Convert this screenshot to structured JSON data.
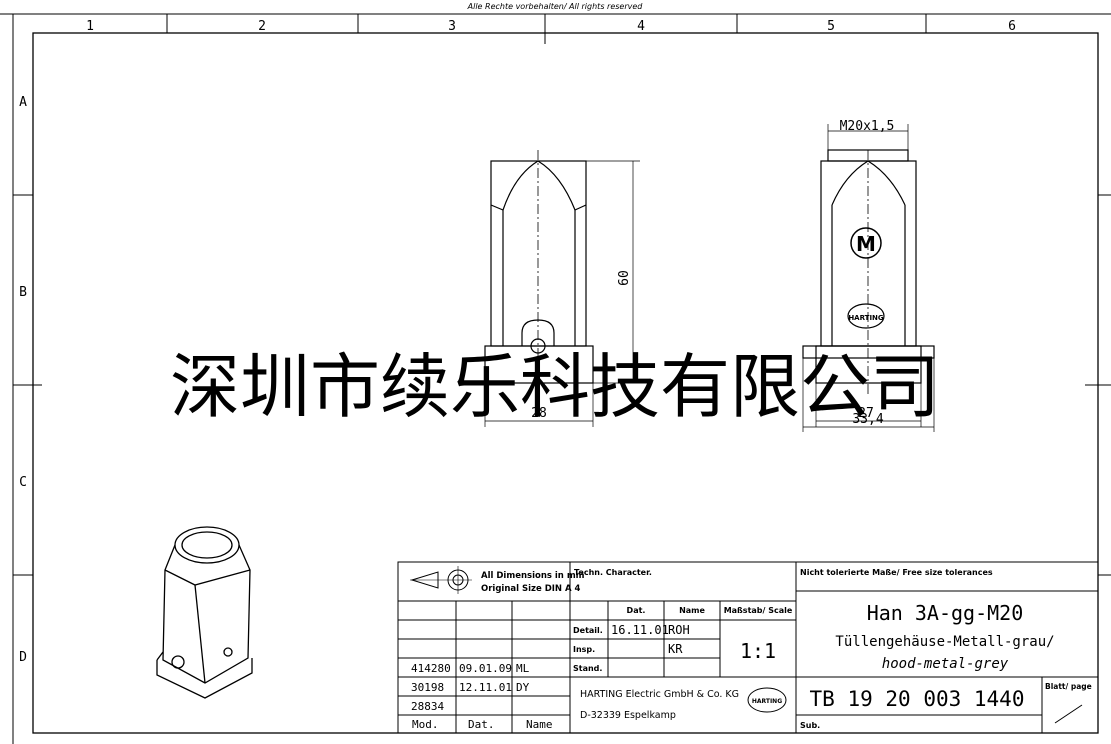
{
  "rights": "Alle Rechte vorbehalten/ All rights reserved",
  "columns": [
    "1",
    "2",
    "3",
    "4",
    "5",
    "6"
  ],
  "rows": [
    "A",
    "B",
    "C",
    "D"
  ],
  "watermark": "深圳市续乐科技有限公司",
  "dims": {
    "thread": "M20x1,5",
    "height": "60",
    "width_left": "28",
    "width_right_inner": "27",
    "width_right_outer": "33,4"
  },
  "logo_small": "HARTING",
  "marking": "M",
  "title_block": {
    "all_dims": "All Dimensions in mm",
    "orig_size": "Original Size DIN A 4",
    "techn_char": "Techn. Character.",
    "free_tol": "Nicht tolerierte Maße/ Free size tolerances",
    "dat_h": "Dat.",
    "name_h": "Name",
    "scale_h": "Maßstab/ Scale",
    "detail": "Detail.",
    "insp": "Insp.",
    "stand": "Stand.",
    "detail_date": "16.11.01",
    "detail_name": "ROH",
    "insp_name": "KR",
    "scale": "1:1",
    "title": "Han 3A-gg-M20",
    "desc_de": "Tüllengehäuse-Metall-grau/",
    "desc_en": "hood-metal-grey",
    "company1": "HARTING Electric GmbH & Co. KG",
    "company2": "D-32339 Espelkamp",
    "part_no": "TB 19 20 003 1440",
    "sheet": "Blatt/ page",
    "sub": "Sub.",
    "mod_h": "Mod.",
    "dat_h2": "Dat.",
    "name_h2": "Name",
    "rev": [
      {
        "mod": "414280",
        "date": "09.01.09",
        "name": "ML"
      },
      {
        "mod": "30198",
        "date": "12.11.01",
        "name": "DY"
      },
      {
        "mod": "28834",
        "date": "",
        "name": ""
      }
    ]
  }
}
